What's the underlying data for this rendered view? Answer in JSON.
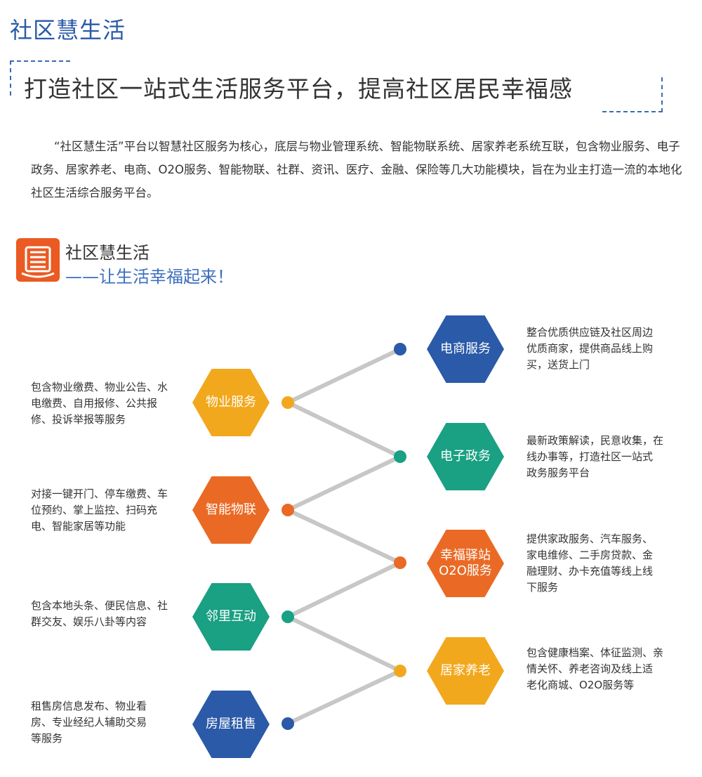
{
  "header": {
    "title": "社区慧生活",
    "slogan": "打造社区一站式生活服务平台，提高社区居民幸福感"
  },
  "intro": "“社区慧生活”平台以智慧社区服务为核心，底层与物业管理系统、智能物联系统、居家养老系统互联，包含物业服务、电子政务、居家养老、电商、O2O服务、智能物联、社群、资讯、医疗、金融、保险等几大功能模块，旨在为业主打造一流的本地化社区生活综合服务平台。",
  "brand": {
    "name": "社区慧生活",
    "tagline": "——让生活幸福起来！",
    "logo_icon": "building-logo-icon",
    "logo_color": "#ea5a22"
  },
  "colors": {
    "orange_yellow": "#f2a81d",
    "orange_red": "#ea6a25",
    "teal": "#1aa083",
    "blue": "#2a5aa8",
    "link_line": "#c7c7c7"
  },
  "left_modules": [
    {
      "label": "物业服务",
      "color": "#f2a81d",
      "desc": [
        "包含物业缴费、物业公告、水",
        "电缴费、自用报修、公共报",
        "修、投诉举报等服务"
      ]
    },
    {
      "label": "智能物联",
      "color": "#ea6a25",
      "desc": [
        "对接一键开门、停车缴费、车",
        "位预约、掌上监控、扫码充",
        "电、智能家居等功能"
      ]
    },
    {
      "label": "邻里互动",
      "color": "#1aa083",
      "desc": [
        "包含本地头条、便民信息、社",
        "群交友、娱乐八卦等内容"
      ]
    },
    {
      "label": "房屋租售",
      "color": "#2a5aa8",
      "desc": [
        "租售房信息发布、物业看",
        "房、专业经纪人辅助交易",
        "等服务"
      ]
    }
  ],
  "right_modules": [
    {
      "label": "电商服务",
      "color": "#2a5aa8",
      "desc": [
        "整合优质供应链及社区周边",
        "优质商家，提供商品线上购",
        "买，送货上门"
      ]
    },
    {
      "label": "电子政务",
      "color": "#1aa083",
      "desc": [
        "最新政策解读，民意收集，在",
        "线办事等，打造社区一站式",
        "政务服务平台"
      ]
    },
    {
      "label": "幸福驿站",
      "label2": "O2O服务",
      "color": "#ea6a25",
      "desc": [
        "提供家政服务、汽车服务、",
        "家电维修、二手房贷款、金",
        "融理财、办卡充值等线上线",
        "下服务"
      ]
    },
    {
      "label": "居家养老",
      "color": "#f2a81d",
      "desc": [
        "包含健康档案、体征监测、亲",
        "情关怀、养老咨询及线上适",
        "老化商城、O2O服务等"
      ]
    }
  ]
}
